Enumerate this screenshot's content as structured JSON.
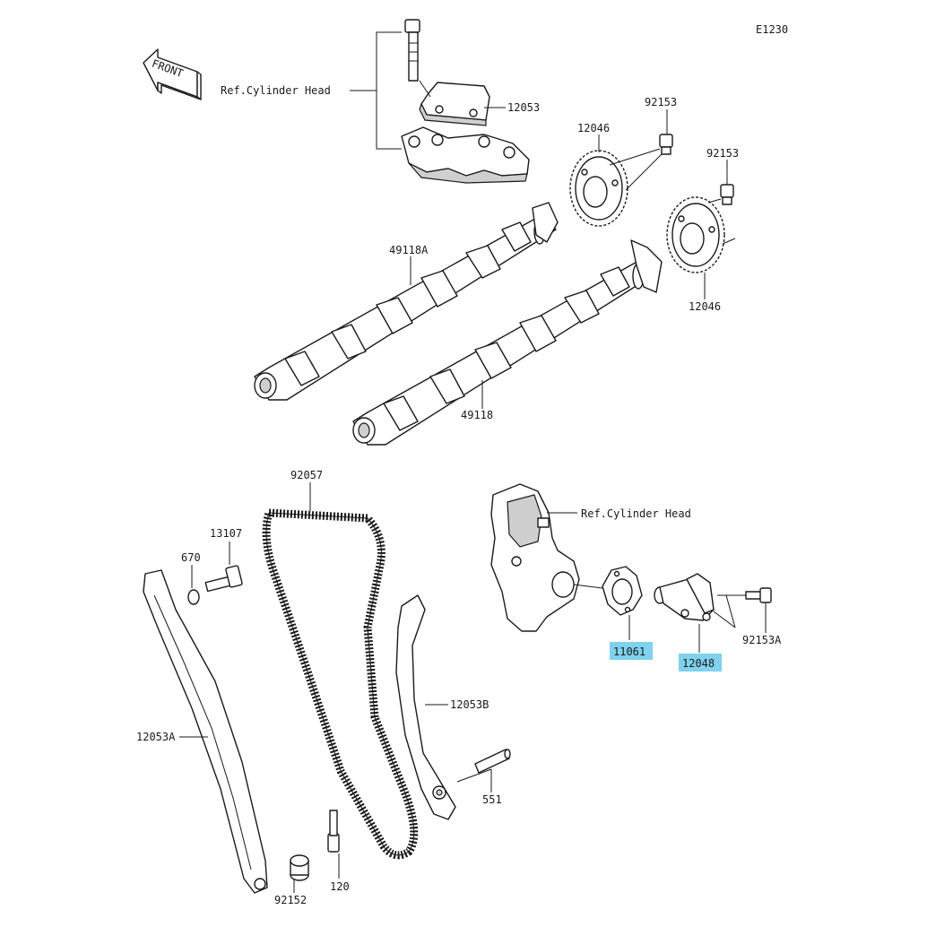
{
  "diagram_code": "E1230",
  "front_arrow": {
    "label": "FRONT",
    "icon": "front-arrow-icon"
  },
  "highlight_color": "#7fd2ee",
  "labels": {
    "ref_head_top": "Ref.Cylinder Head",
    "ref_head_right": "Ref.Cylinder Head",
    "p12053": "12053",
    "p12046_left": "12046",
    "p92153_left": "92153",
    "p92153_right": "92153",
    "p12046_right": "12046",
    "p49118A": "49118A",
    "p49118": "49118",
    "p92057": "92057",
    "p13107": "13107",
    "p670": "670",
    "p12053B": "12053B",
    "p12053A": "12053A",
    "p551": "551",
    "p120": "120",
    "p92152": "92152",
    "p11061": "11061",
    "p12048": "12048",
    "p92153A": "92153A"
  }
}
